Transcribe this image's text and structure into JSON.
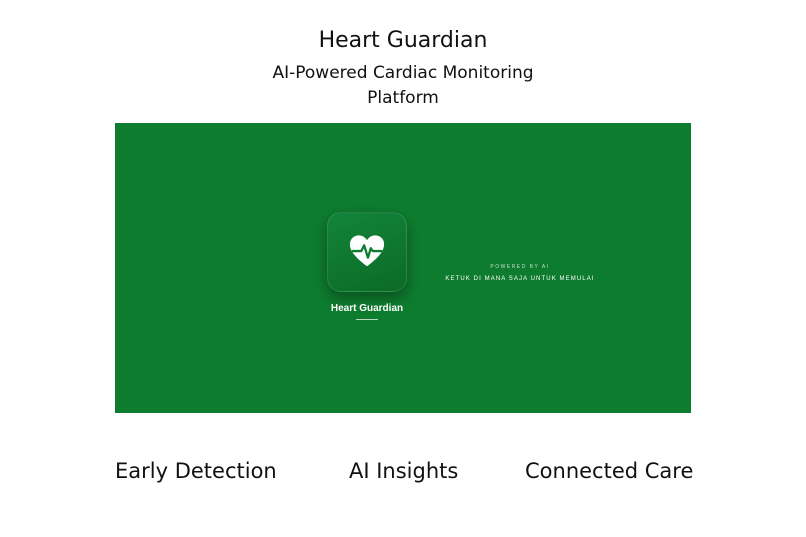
{
  "header": {
    "title": "Heart Guardian",
    "subtitle": "AI-Powered Cardiac Monitoring Platform"
  },
  "screen": {
    "background_color": "#0e7c2e",
    "app_icon": "heart-pulse-icon",
    "app_name": "Heart Guardian",
    "powered_by": "POWERED BY AI",
    "tap_prompt": "KETUK DI MANA SAJA UNTUK MEMULAI"
  },
  "features": [
    {
      "label": "Early Detection"
    },
    {
      "label": "AI Insights"
    },
    {
      "label": "Connected Care"
    }
  ]
}
